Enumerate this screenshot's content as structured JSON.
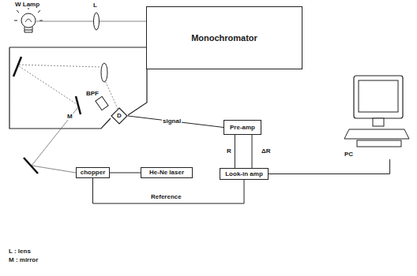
{
  "diagram": {
    "nodes": [
      {
        "text": [
          "Monochromator"
        ]
      },
      {
        "text": [
          "D"
        ]
      },
      {
        "text": [
          "Pre-amp"
        ]
      },
      {
        "text": [
          "chopper"
        ]
      },
      {
        "text": [
          "He-Ne laser"
        ]
      },
      {
        "text": [
          "Look-in amp"
        ]
      },
      {
        "text": [
          "PC"
        ]
      }
    ],
    "edges": [
      {
        "from": 1,
        "to": 2,
        "arrow": "none",
        "label": "signal"
      },
      {
        "from": 2,
        "to": 5,
        "arrow": "none",
        "label": "R"
      },
      {
        "from": 2,
        "to": 5,
        "arrow": "none",
        "label": "ΔR"
      },
      {
        "from": 3,
        "to": 5,
        "arrow": "none",
        "label": "Reference"
      },
      {
        "from": 4,
        "to": 3,
        "arrow": "none"
      },
      {
        "from": 5,
        "to": 6,
        "arrow": "none"
      }
    ],
    "labels": [
      "W Lamp",
      "L",
      "BPF",
      "M",
      "L : lens",
      "M : mirror"
    ]
  }
}
